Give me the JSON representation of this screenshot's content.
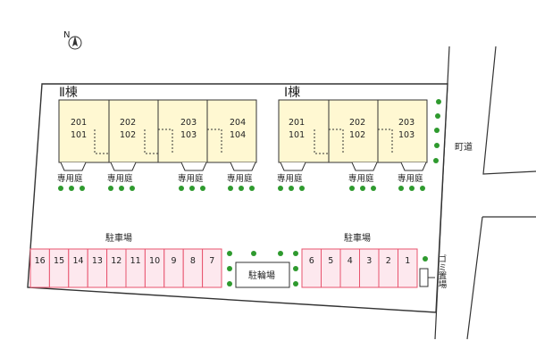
{
  "north": {
    "letter": "N"
  },
  "buildings": [
    {
      "name": "Ⅱ棟",
      "units": [
        {
          "upper": "201",
          "lower": "101"
        },
        {
          "upper": "202",
          "lower": "102"
        },
        {
          "upper": "203",
          "lower": "103"
        },
        {
          "upper": "204",
          "lower": "104"
        }
      ]
    },
    {
      "name": "Ⅰ棟",
      "units": [
        {
          "upper": "201",
          "lower": "101"
        },
        {
          "upper": "202",
          "lower": "102"
        },
        {
          "upper": "203",
          "lower": "103"
        }
      ]
    }
  ],
  "garden_label": "専用庭",
  "parking_label": "駐車場",
  "bicycle_label": "駐輪場",
  "road_label": "町道",
  "garbage_label": "ゴミ置場",
  "parking_left": [
    "16",
    "15",
    "14",
    "13",
    "12",
    "11",
    "10",
    "9",
    "8",
    "7"
  ],
  "parking_right": [
    "6",
    "5",
    "4",
    "3",
    "2",
    "1"
  ],
  "colors": {
    "unit_fill": "#fff8d2",
    "parking_fill": "#fde8ee",
    "parking_stroke": "#e8536e",
    "tree": "#2e9a2e",
    "line": "#333333"
  }
}
